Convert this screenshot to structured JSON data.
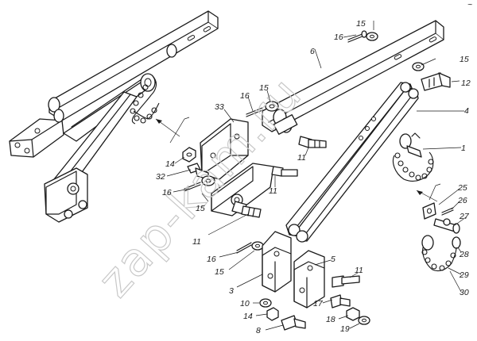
{
  "watermark": "zap-kam.ru",
  "corner_mark": "~",
  "labels": {
    "l15a": "15",
    "l16a": "16",
    "l6": "6",
    "l15b": "15",
    "l12": "12",
    "l4": "4",
    "l15c": "15",
    "l16b": "16",
    "l33": "33",
    "l1": "1",
    "l14a": "14",
    "l11a": "11",
    "l32": "32",
    "l11b": "11",
    "l16c": "16",
    "l25": "25",
    "l26": "26",
    "l15d": "15",
    "l27": "27",
    "l11c": "11",
    "l28": "28",
    "l16d": "16",
    "l5": "5",
    "l15e": "15",
    "l3": "3",
    "l29": "29",
    "l11d": "11",
    "l30": "30",
    "l10": "10",
    "l17": "17",
    "l14b": "14",
    "l18": "18",
    "l8": "8",
    "l19": "19"
  }
}
